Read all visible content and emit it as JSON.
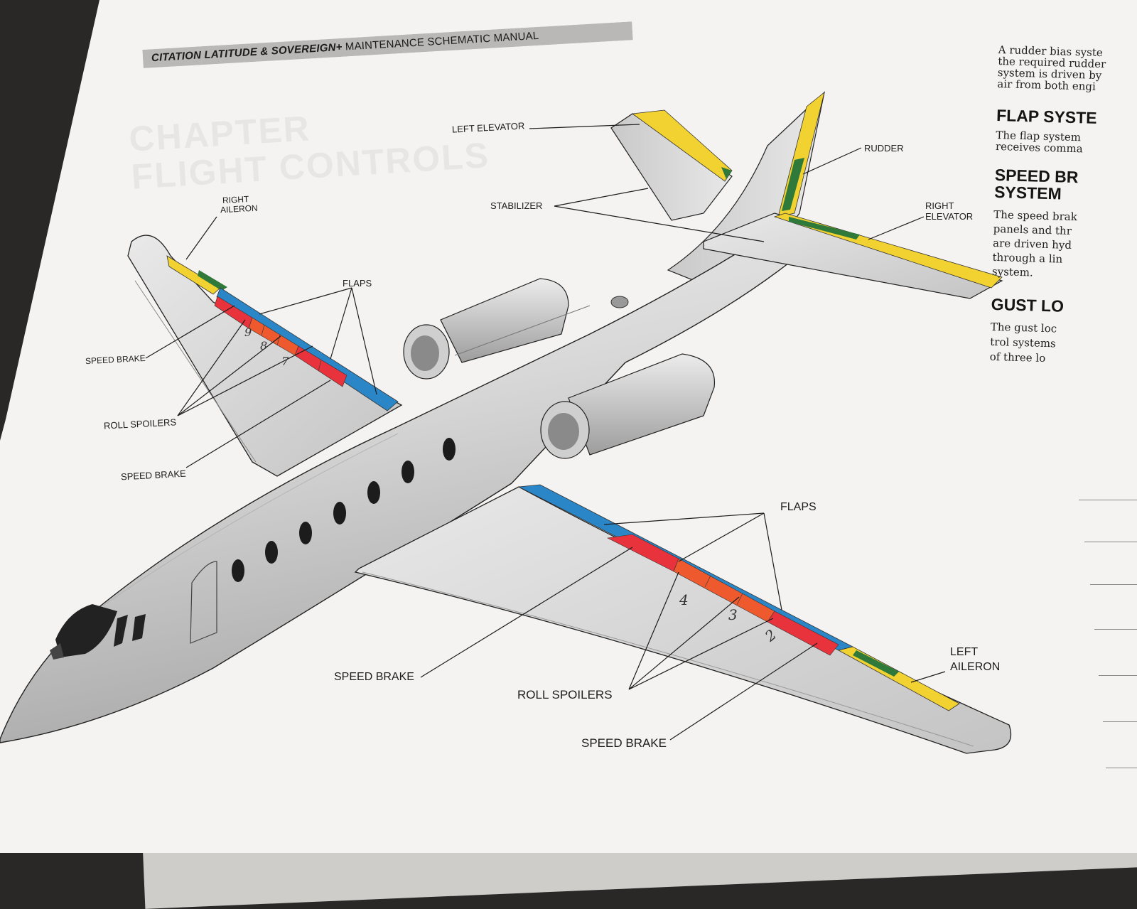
{
  "header": {
    "title_bold": "CITATION LATITUDE & SOVEREIGN+",
    "title_rest": " MAINTENANCE SCHEMATIC MANUAL"
  },
  "labels": {
    "left_elevator": "LEFT ELEVATOR",
    "rudder": "RUDDER",
    "stabilizer": "STABILIZER",
    "right_elevator_1": "RIGHT",
    "right_elevator_2": "ELEVATOR",
    "right_aileron_1": "RIGHT",
    "right_aileron_2": "AILERON",
    "flaps_upper": "FLAPS",
    "speed_brake_upper_1": "SPEED BRAKE",
    "roll_spoilers_upper": "ROLL SPOILERS",
    "speed_brake_upper_2": "SPEED BRAKE",
    "flaps_lower": "FLAPS",
    "speed_brake_lower_1": "SPEED BRAKE",
    "roll_spoilers_lower": "ROLL SPOILERS",
    "speed_brake_lower_2": "SPEED BRAKE",
    "left_aileron_1": "LEFT",
    "left_aileron_2": "AILERON"
  },
  "handwritten": {
    "n9": "9",
    "n8": "8",
    "n7": "7",
    "n4": "4",
    "n3": "3",
    "n2": "2"
  },
  "right_column": {
    "intro": "A rudder bias syste\nthe required rudder\nsystem is driven by\nair from both engi",
    "flap_heading": "FLAP SYSTE",
    "flap_text": "The flap system\nreceives comma",
    "speed_heading": "SPEED BR\nSYSTEM",
    "speed_text": "The speed brak\npanels and thr\nare driven hyd\nthrough a lin\nsystem.",
    "gust_heading": "GUST LO",
    "gust_text": "The gust loc\ntrol systems\nof three lo"
  },
  "colors": {
    "aileron": "#f2d231",
    "flap": "#2a86c6",
    "speed_brake": "#e8323c",
    "roll_spoiler": "#ee5a2e",
    "trim_tab": "#2f7a3a"
  }
}
